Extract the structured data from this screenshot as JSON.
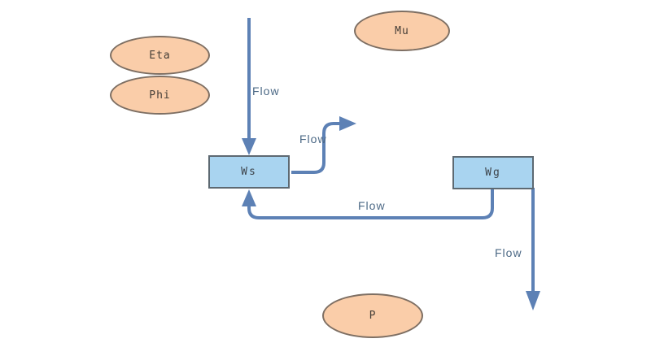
{
  "diagram": {
    "type": "stock-and-flow",
    "background_color": "#ffffff",
    "colors": {
      "variable_fill": "#FACDA9",
      "variable_border": "#7E6F63",
      "stock_fill": "#A9D4F0",
      "stock_border": "#5D6972",
      "flow_line": "#5D81B5",
      "flow_label_text": "#4B6885",
      "node_label_text": "#453E37"
    },
    "nodes": {
      "eta": {
        "label": "Eta",
        "type": "variable"
      },
      "phi": {
        "label": "Phi",
        "type": "variable"
      },
      "mu": {
        "label": "Mu",
        "type": "variable"
      },
      "p": {
        "label": "P",
        "type": "variable"
      },
      "ws": {
        "label": "Ws",
        "type": "stock"
      },
      "wg": {
        "label": "Wg",
        "type": "stock"
      }
    },
    "flows": {
      "inflow_ws": {
        "label": "Flow",
        "from": "source",
        "to": "Ws"
      },
      "outflow_ws": {
        "label": "Flow",
        "from": "Ws",
        "to": "sink"
      },
      "wg_to_ws": {
        "label": "Flow",
        "from": "Wg",
        "to": "Ws"
      },
      "outflow_wg": {
        "label": "Flow",
        "from": "Wg",
        "to": "sink"
      }
    }
  }
}
